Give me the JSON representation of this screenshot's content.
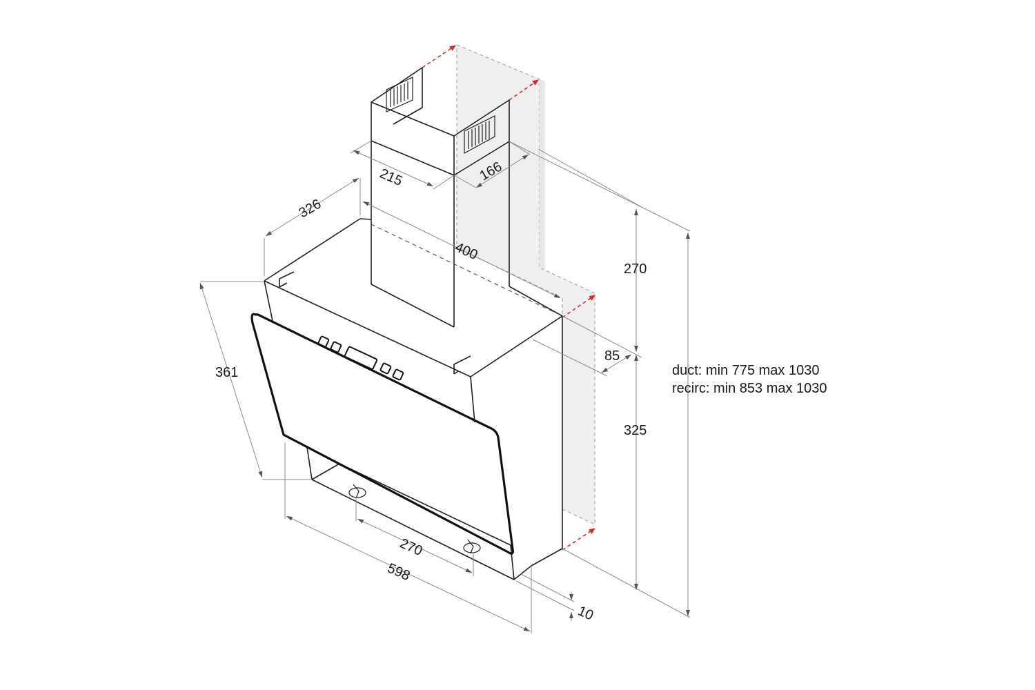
{
  "dimensions": {
    "chimney_width": "215",
    "chimney_depth": "166",
    "hood_depth": "326",
    "chimney_offset": "400",
    "glass_height": "361",
    "upper_height": "270",
    "wall_gap": "85",
    "lower_height": "325",
    "fixing_distance": "270",
    "hood_width": "598",
    "glass_offset": "10"
  },
  "notes": {
    "duct": "duct: min 775 max 1030",
    "recirc": "recirc: min 853 max 1030"
  },
  "colors": {
    "arrow": "#d42a2a",
    "line": "#1f1f1f",
    "dimension": "#8a8a8a",
    "wall": "#efefef"
  }
}
